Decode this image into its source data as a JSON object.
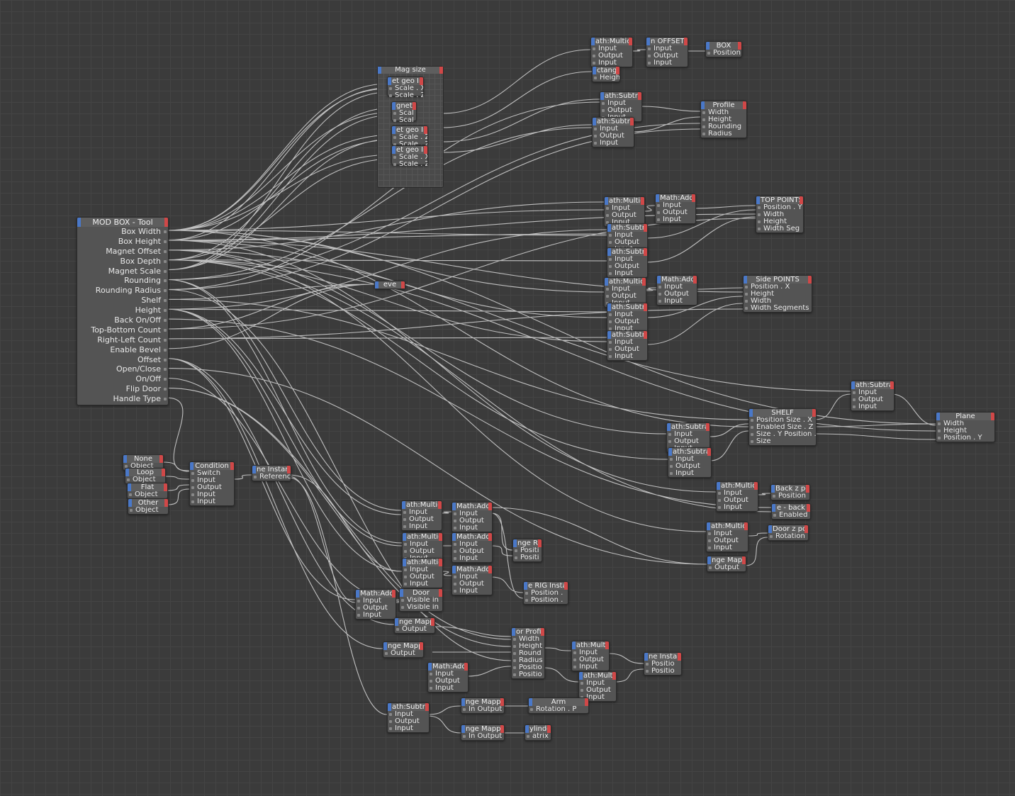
{
  "mod_box": {
    "title": "MOD BOX - Tool",
    "ports": [
      "Box Width",
      "Box Height",
      "Magnet Offset",
      "Box Depth",
      "Magnet Scale",
      "Rounding",
      "Rounding Radius",
      "Shelf",
      "Height",
      "Back On/Off",
      "Top-Bottom Count",
      "Right-Left Count",
      "Enable Bevel",
      "Offset",
      "Open/Close",
      "On/Off",
      "Flip Door",
      "Handle Type"
    ]
  },
  "mag_group": {
    "title": "Mag size",
    "nodes": [
      {
        "title": "et geo In",
        "ports": [
          "Scale . X",
          "Scale . Z"
        ]
      },
      {
        "title": "gnet g",
        "ports": [
          "Scal",
          "Scal"
        ]
      },
      {
        "title": "et geo In",
        "ports": [
          "Scale . Z",
          "Scale . Z"
        ]
      },
      {
        "title": "et geo In",
        "ports": [
          "Scale . X",
          "Scale . Z"
        ]
      }
    ]
  },
  "bevel_group": {
    "title": "eve"
  },
  "nodes": [
    {
      "id": "n1",
      "title": "ath:Multic",
      "ports": [
        "Input",
        "Output",
        "Input"
      ]
    },
    {
      "id": "n2",
      "title": "n OFFSET:",
      "ports": [
        "Input",
        "Output",
        "Input"
      ]
    },
    {
      "id": "n3",
      "title": "BOX",
      "ports": [
        "Position"
      ]
    },
    {
      "id": "n4",
      "title": "ctang",
      "ports": [
        "Heigh"
      ]
    },
    {
      "id": "n5",
      "title": "ath:Subtra",
      "ports": [
        "Input",
        "Output",
        "Input"
      ]
    },
    {
      "id": "n6",
      "title": "ath:Subtra",
      "ports": [
        "Input",
        "Output",
        "Input"
      ]
    },
    {
      "id": "n7",
      "title": "Profile",
      "ports": [
        "Width",
        "Height",
        "Rounding",
        "Radius"
      ]
    },
    {
      "id": "n8",
      "title": "ath:Multic",
      "ports": [
        "Input",
        "Output",
        "Input"
      ]
    },
    {
      "id": "n9",
      "title": "Math:Add",
      "ports": [
        "Input",
        "Output",
        "Input"
      ]
    },
    {
      "id": "n10",
      "title": "TOP POINTS",
      "ports": [
        "Position . Y",
        "Width",
        "Height",
        "Width Seg"
      ]
    },
    {
      "id": "n11",
      "title": "ath:Subtra",
      "ports": [
        "Input",
        "Output",
        "Input"
      ]
    },
    {
      "id": "n12",
      "title": "ath:Subtra",
      "ports": [
        "Input",
        "Output",
        "Input"
      ]
    },
    {
      "id": "n13",
      "title": "ath:Multic",
      "ports": [
        "Input",
        "Output",
        "Input"
      ]
    },
    {
      "id": "n14",
      "title": "Math:Add",
      "ports": [
        "Input",
        "Output",
        "Input"
      ]
    },
    {
      "id": "n15",
      "title": "Side POINTS",
      "ports": [
        "Position . X",
        "Height",
        "Width",
        "Width Segments"
      ]
    },
    {
      "id": "n16",
      "title": "ath:Subtra",
      "ports": [
        "Input",
        "Output",
        "Input"
      ]
    },
    {
      "id": "n17",
      "title": "ath:Subtra",
      "ports": [
        "Input",
        "Output",
        "Input"
      ]
    },
    {
      "id": "n18",
      "title": "ath:Subtra",
      "ports": [
        "Input",
        "Output",
        "Input"
      ]
    },
    {
      "id": "n19",
      "title": "SHELF",
      "ports": [
        "Position  Size . X",
        "Enabled   Size . Z",
        "Size . Y  Position . Y",
        "Size"
      ]
    },
    {
      "id": "n20",
      "title": "Plane",
      "ports": [
        "Width",
        "Height",
        "Position . Y"
      ]
    },
    {
      "id": "n21",
      "title": "ath:Subtra",
      "ports": [
        "Input",
        "Output",
        "Input"
      ]
    },
    {
      "id": "n22",
      "title": "ath:Subtra",
      "ports": [
        "Input",
        "Output",
        "Input"
      ]
    },
    {
      "id": "n23",
      "title": "ath:Multic",
      "ports": [
        "Input",
        "Output",
        "Input"
      ]
    },
    {
      "id": "n24",
      "title": "Back z pos",
      "ports": [
        "Position"
      ]
    },
    {
      "id": "n25",
      "title": "e - back",
      "ports": [
        "Enabled"
      ]
    },
    {
      "id": "n26",
      "title": "ath:Multic",
      "ports": [
        "Input",
        "Output",
        "Input"
      ]
    },
    {
      "id": "n27",
      "title": "Door z po",
      "ports": [
        "Rotation"
      ]
    },
    {
      "id": "n28",
      "title": "nge Mapp",
      "ports": [
        "Output"
      ]
    },
    {
      "id": "n29",
      "title": "None",
      "ports": [
        "Object"
      ]
    },
    {
      "id": "n30",
      "title": "Loop",
      "ports": [
        "Object"
      ]
    },
    {
      "id": "n31",
      "title": "Flat",
      "ports": [
        "Object"
      ]
    },
    {
      "id": "n32",
      "title": "Other",
      "ports": [
        "Object"
      ]
    },
    {
      "id": "n33",
      "title": "Condition",
      "ports": [
        "Switch",
        "Input",
        "Output",
        "Input",
        "Input"
      ]
    },
    {
      "id": "n34",
      "title": "ne Instan",
      "ports": [
        "Referenc"
      ]
    },
    {
      "id": "n35",
      "title": "ath:Multic",
      "ports": [
        "Input",
        "Output",
        "Input"
      ]
    },
    {
      "id": "n36",
      "title": "Math:Add",
      "ports": [
        "Input",
        "Output",
        "Input"
      ]
    },
    {
      "id": "n37",
      "title": "ath:Multic",
      "ports": [
        "Input",
        "Output",
        "Input"
      ]
    },
    {
      "id": "n38",
      "title": "Math:Add",
      "ports": [
        "Input",
        "Output",
        "Input"
      ]
    },
    {
      "id": "n39",
      "title": "nge R",
      "ports": [
        "Positi",
        "Positi"
      ]
    },
    {
      "id": "n40",
      "title": "ath:Multic",
      "ports": [
        "Input",
        "Output",
        "Input"
      ]
    },
    {
      "id": "n41",
      "title": "Math:Add",
      "ports": [
        "Input",
        "Output",
        "Input"
      ]
    },
    {
      "id": "n42",
      "title": "e RIG Insta",
      "ports": [
        "Position .",
        "Position ."
      ]
    },
    {
      "id": "n43",
      "title": "Math:Add",
      "ports": [
        "Input",
        "Output",
        "Input"
      ]
    },
    {
      "id": "n44",
      "title": "Door",
      "ports": [
        "Visible in",
        "Visible in"
      ]
    },
    {
      "id": "n45",
      "title": "nge Mapp",
      "ports": [
        "Output"
      ]
    },
    {
      "id": "n46",
      "title": "nge Mapp",
      "ports": [
        "Output"
      ]
    },
    {
      "id": "n47",
      "title": "or Profil",
      "ports": [
        "Width",
        "Height",
        "Round",
        "Radius",
        "Positio",
        "Positio"
      ]
    },
    {
      "id": "n48",
      "title": "Math:Add",
      "ports": [
        "Input",
        "Output",
        "Input"
      ]
    },
    {
      "id": "n49",
      "title": "ath:Multic",
      "ports": [
        "Input",
        "Output",
        "Input"
      ]
    },
    {
      "id": "n50",
      "title": "ath:Multic",
      "ports": [
        "Input",
        "Output",
        "Input"
      ]
    },
    {
      "id": "n51",
      "title": "ne Instan",
      "ports": [
        "Positio",
        "Positio"
      ]
    },
    {
      "id": "n52",
      "title": "ath:Subtra",
      "ports": [
        "Input",
        "Output",
        "Input"
      ]
    },
    {
      "id": "n53",
      "title": "nge Mapp",
      "ports": [
        "In  Output"
      ]
    },
    {
      "id": "n54",
      "title": "Arm",
      "ports": [
        "Rotation . P"
      ]
    },
    {
      "id": "n55",
      "title": "nge Mapp",
      "ports": [
        "In  Output"
      ]
    },
    {
      "id": "n56",
      "title": "ylinde",
      "ports": [
        "atrix"
      ]
    }
  ]
}
